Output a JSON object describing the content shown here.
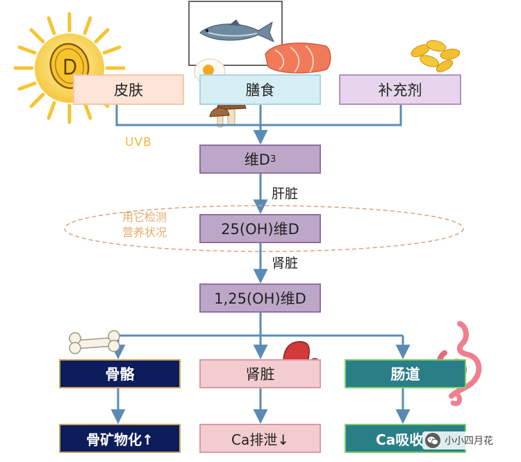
{
  "sources": {
    "skin": "皮肤",
    "diet": "膳食",
    "supplement": "补充剂"
  },
  "uvb_label": "UVB",
  "vitamin_d3": {
    "prefix": "维D",
    "subscript": "3"
  },
  "liver_label": "肝脏",
  "oh25_label": "25(OH)维D",
  "assessment": {
    "line1": "用它检测",
    "line2": "营养状况"
  },
  "kidney_step_label": "肾脏",
  "oh125_label": "1,25(OH)维D",
  "targets": {
    "bone": "骨骼",
    "kidney": "肾脏",
    "intestine": "肠道"
  },
  "effects": {
    "bone": "骨矿物化↑",
    "kidney": "Ca排泄↓",
    "intestine": "Ca吸收↑"
  },
  "watermark": "小小四月花",
  "colors": {
    "arrow": "#5a8bb5",
    "purple_box": "#bda7c8",
    "navy_box": "#0d1c5a",
    "teal_box": "#2a7f86",
    "pink_box": "#f3cccf",
    "uvb_text": "#f2b63a"
  },
  "icons": [
    "sun-vitamin-d-icon",
    "tuna-fish-icon",
    "salmon-icon",
    "egg-icon",
    "mushroom-icon",
    "supplement-capsules-icon",
    "bone-icon",
    "kidney-icon",
    "intestine-icon",
    "wechat-icon"
  ]
}
